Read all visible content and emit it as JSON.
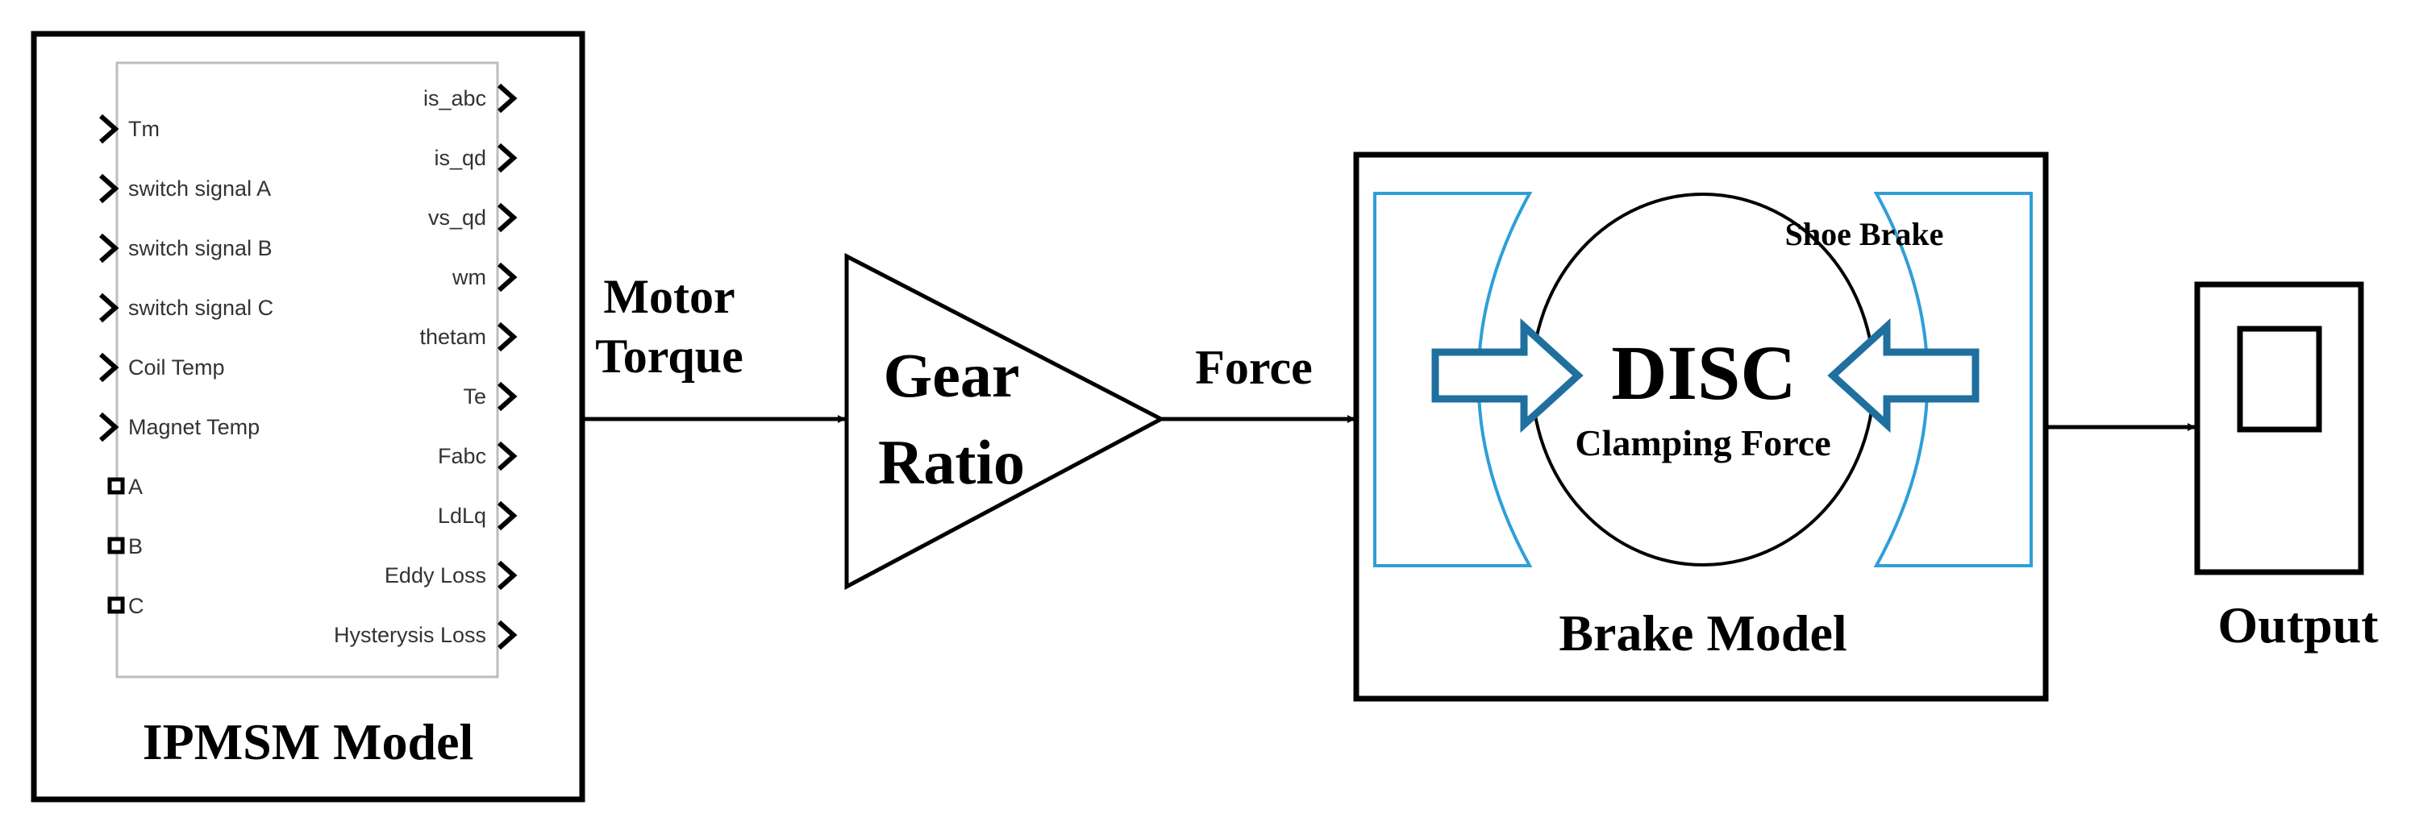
{
  "ipmsm": {
    "title": "IPMSM Model",
    "inputs": [
      "Tm",
      "switch signal A",
      "switch signal B",
      "switch signal C",
      "Coil Temp",
      "Magnet Temp",
      "A",
      "B",
      "C"
    ],
    "outputs": [
      "is_abc",
      "is_qd",
      "vs_qd",
      "wm",
      "thetam",
      "Te",
      "Fabc",
      "LdLq",
      "Eddy  Loss",
      "Hysterysis Loss"
    ]
  },
  "edges": {
    "motor_torque_line1": "Motor",
    "motor_torque_line2": "Torque",
    "force": "Force"
  },
  "gear": {
    "line1": "Gear",
    "line2": "Ratio"
  },
  "brake": {
    "title": "Brake Model",
    "shoe_label": "Shoe Brake",
    "disc_label": "DISC",
    "clamp_label": "Clamping Force"
  },
  "output": {
    "title": "Output"
  },
  "colors": {
    "shoe_blue": "#2e9fd8",
    "arrow_blue": "#1f6f9f",
    "line": "#000000"
  }
}
